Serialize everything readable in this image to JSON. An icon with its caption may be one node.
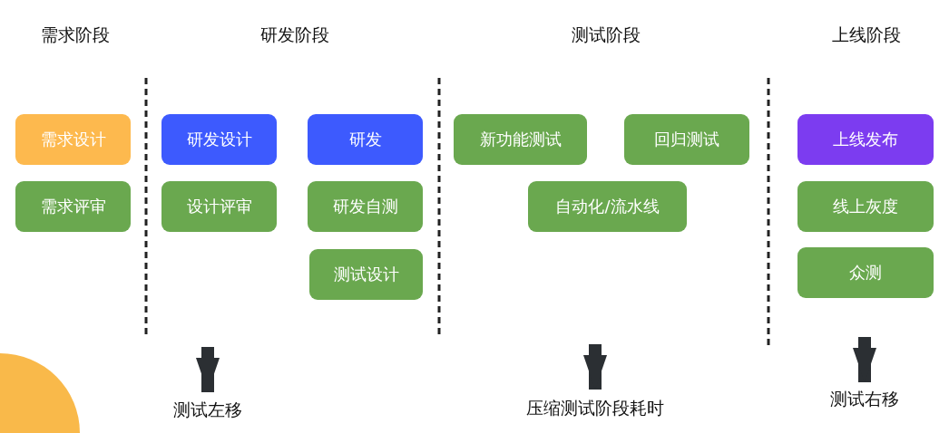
{
  "diagram": {
    "nodes": [
      {
        "text": [
          "需求设计"
        ]
      },
      {
        "text": [
          "需求评审"
        ]
      },
      {
        "text": [
          "研发设计"
        ]
      },
      {
        "text": [
          "设计评审"
        ]
      },
      {
        "text": [
          "研发"
        ]
      },
      {
        "text": [
          "研发自测"
        ]
      },
      {
        "text": [
          "测试设计"
        ]
      },
      {
        "text": [
          "新功能测试"
        ]
      },
      {
        "text": [
          "回归测试"
        ]
      },
      {
        "text": [
          "自动化/流水线"
        ]
      },
      {
        "text": [
          "上线发布"
        ]
      },
      {
        "text": [
          "线上灰度"
        ]
      },
      {
        "text": [
          "众测"
        ]
      },
      {
        "text": [
          "测试左移"
        ]
      },
      {
        "text": [
          "压缩测试阶段耗时"
        ]
      },
      {
        "text": [
          "测试右移"
        ]
      }
    ],
    "edges": [
      {
        "from": null,
        "to": 13,
        "arrow": "to"
      },
      {
        "from": null,
        "to": 14,
        "arrow": "to"
      },
      {
        "from": null,
        "to": 15,
        "arrow": "to"
      }
    ],
    "labels": [
      "需求阶段",
      "研发阶段",
      "测试阶段",
      "上线阶段"
    ]
  }
}
